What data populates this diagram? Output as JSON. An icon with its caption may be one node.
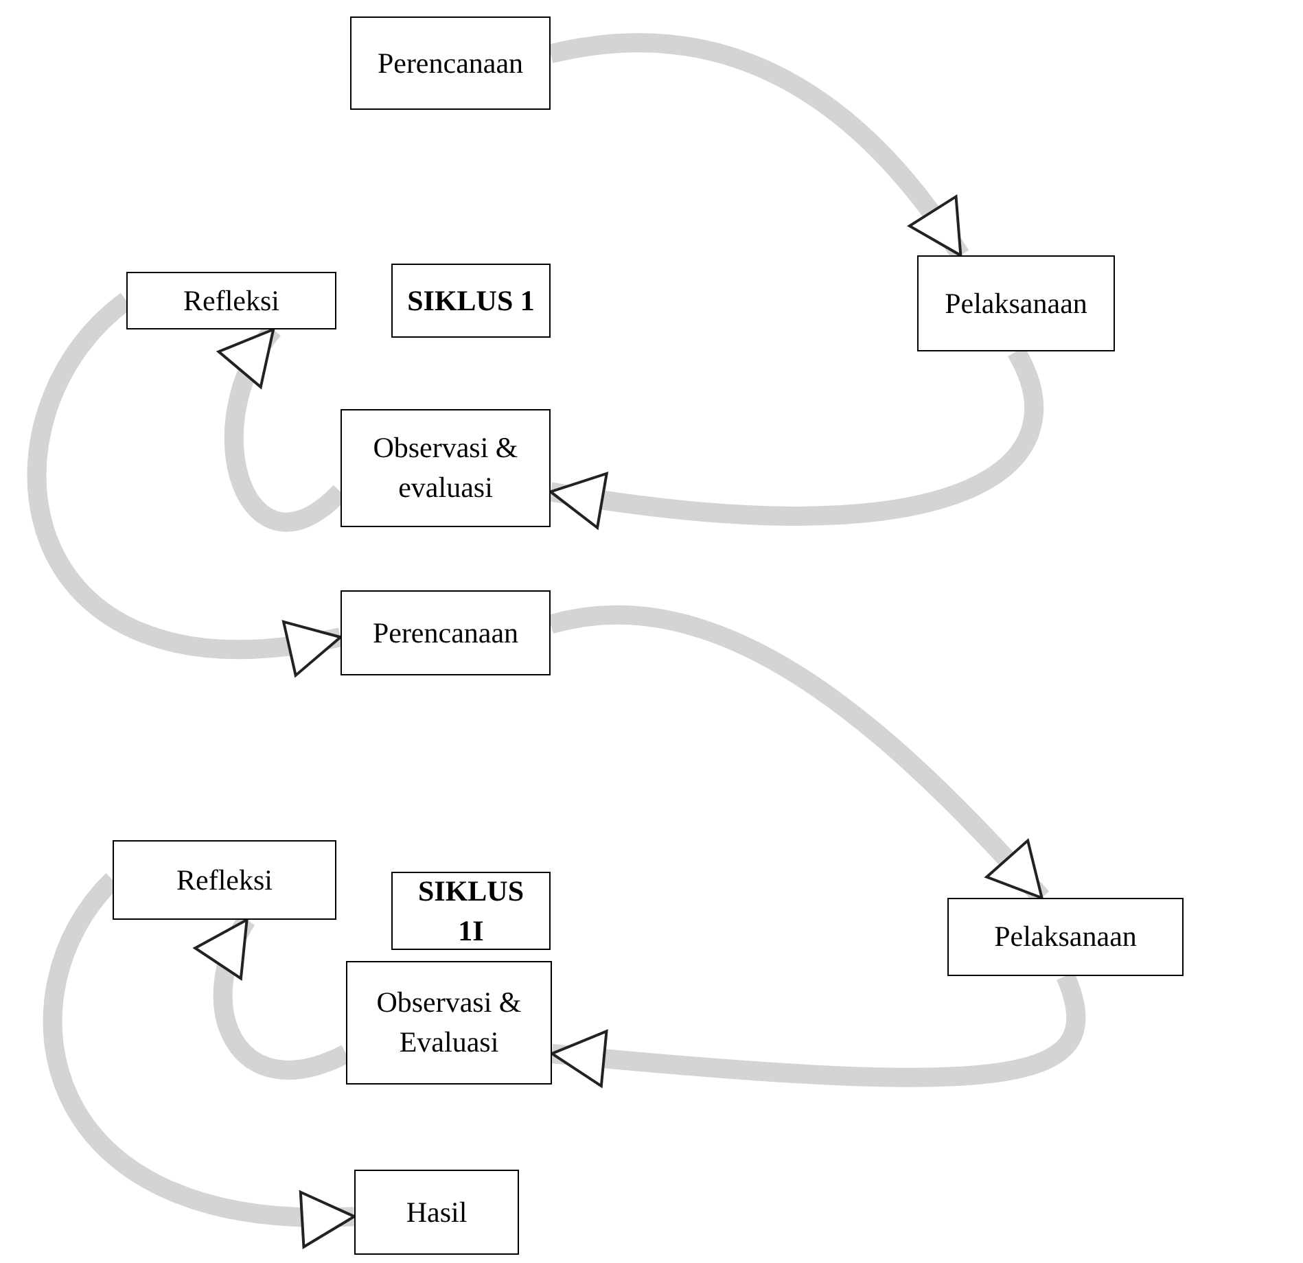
{
  "diagram": {
    "nodes": [
      {
        "text": [
          "Perencanaan"
        ]
      },
      {
        "text": [
          "SIKLUS 1"
        ]
      },
      {
        "text": [
          "Refleksi"
        ]
      },
      {
        "text": [
          "Pelaksanaan"
        ]
      },
      {
        "text": [
          "Observasi & evaluasi"
        ]
      },
      {
        "text": [
          "Perencanaan"
        ]
      },
      {
        "text": [
          "Refleksi"
        ]
      },
      {
        "text": [
          "SIKLUS 1I"
        ]
      },
      {
        "text": [
          "Pelaksanaan"
        ]
      },
      {
        "text": [
          "Observasi & Evaluasi"
        ]
      },
      {
        "text": [
          "Hasil"
        ]
      }
    ],
    "edges": [
      {
        "from": 0,
        "to": 3,
        "arrow": "to"
      },
      {
        "from": 3,
        "to": 4,
        "arrow": "to"
      },
      {
        "from": 4,
        "to": 2,
        "arrow": "to"
      },
      {
        "from": 2,
        "to": 5,
        "arrow": "to"
      },
      {
        "from": 5,
        "to": 8,
        "arrow": "to"
      },
      {
        "from": 8,
        "to": 9,
        "arrow": "to"
      },
      {
        "from": 9,
        "to": 6,
        "arrow": "to"
      },
      {
        "from": 6,
        "to": 10,
        "arrow": "to"
      }
    ]
  }
}
